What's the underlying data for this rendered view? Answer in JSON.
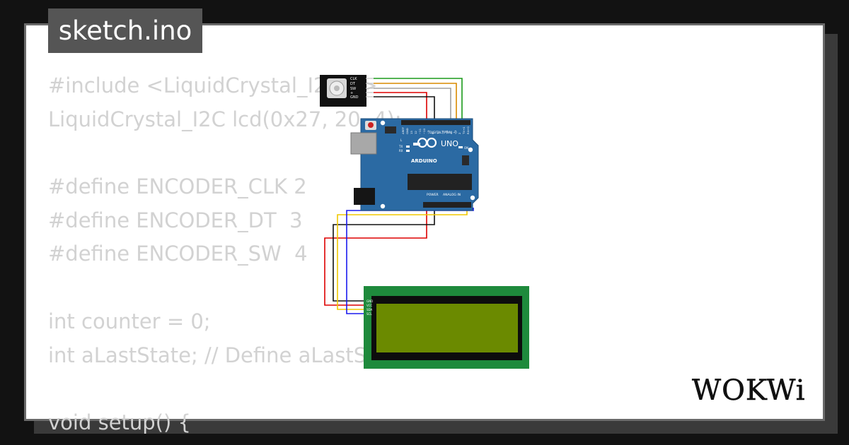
{
  "file": {
    "title": "sketch.ino"
  },
  "code_lines": [
    "#include <LiquidCrystal_I2C.h>",
    "LiquidCrystal_I2C lcd(0x27, 20, 4);",
    "",
    "#define ENCODER_CLK 2",
    "#define ENCODER_DT  3",
    "#define ENCODER_SW  4",
    "",
    "int counter = 0;",
    "int aLastState; // Define aLastState",
    "",
    "void setup() {"
  ],
  "encoder": {
    "pins": [
      "CLK",
      "DT",
      "SW",
      "+",
      "GND"
    ]
  },
  "arduino": {
    "brand": "ARDUINO",
    "model": "UNO",
    "digital_label": "DIGITAL (PWM ~)",
    "power_label": "POWER",
    "analog_label": "ANALOG IN",
    "aref": "AREF",
    "gnd": "GND",
    "pin13": "13",
    "pin12": "12",
    "pin11": "~11",
    "pin10": "~10",
    "pin9": "~9",
    "pin8": "8",
    "pin7": "7",
    "pin6": "~6",
    "pin5": "~5",
    "pin4": "4",
    "pin3": "~3",
    "pin2": "2",
    "tx1": "TX→1",
    "rx0": "RX←0",
    "l": "L",
    "tx": "TX",
    "rx": "RX",
    "on": "ON"
  },
  "lcd": {
    "pins": [
      "GND",
      "VCC",
      "SDA",
      "SCL"
    ]
  },
  "brand": {
    "logo": "WOKWi"
  },
  "colors": {
    "board": "#2b6aa3",
    "lcd_pcb": "#1e8a3c",
    "lcd_screen": "#6b8a00",
    "wire_green": "#1a9a1a",
    "wire_orange": "#d98a00",
    "wire_red": "#dd0000",
    "wire_black": "#111111",
    "wire_yellow": "#f0c800",
    "wire_blue": "#1a1aee"
  }
}
